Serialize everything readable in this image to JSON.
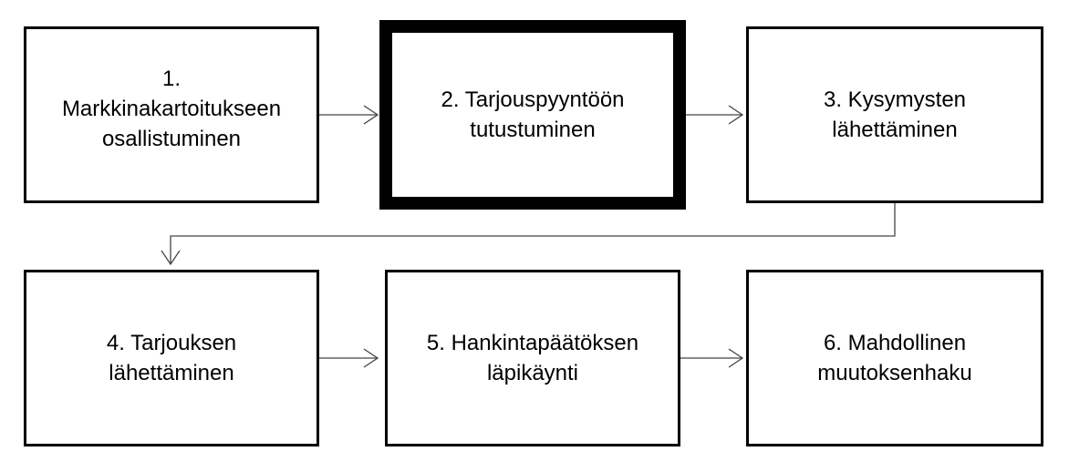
{
  "steps": [
    {
      "label": "1.\nMarkkinakartoitukseen\nosallistuminen",
      "active": false
    },
    {
      "label": "2. Tarjouspyyntöön\ntutustuminen",
      "active": true
    },
    {
      "label": "3. Kysymysten\nlähettäminen",
      "active": false
    },
    {
      "label": "4. Tarjouksen\nlähettäminen",
      "active": false
    },
    {
      "label": "5. Hankintapäätöksen\nläpikäynti",
      "active": false
    },
    {
      "label": "6. Mahdollinen\nmuutoksenhaku",
      "active": false
    }
  ],
  "colors": {
    "border": "#000000",
    "arrow": "#444444",
    "background": "#ffffff"
  }
}
